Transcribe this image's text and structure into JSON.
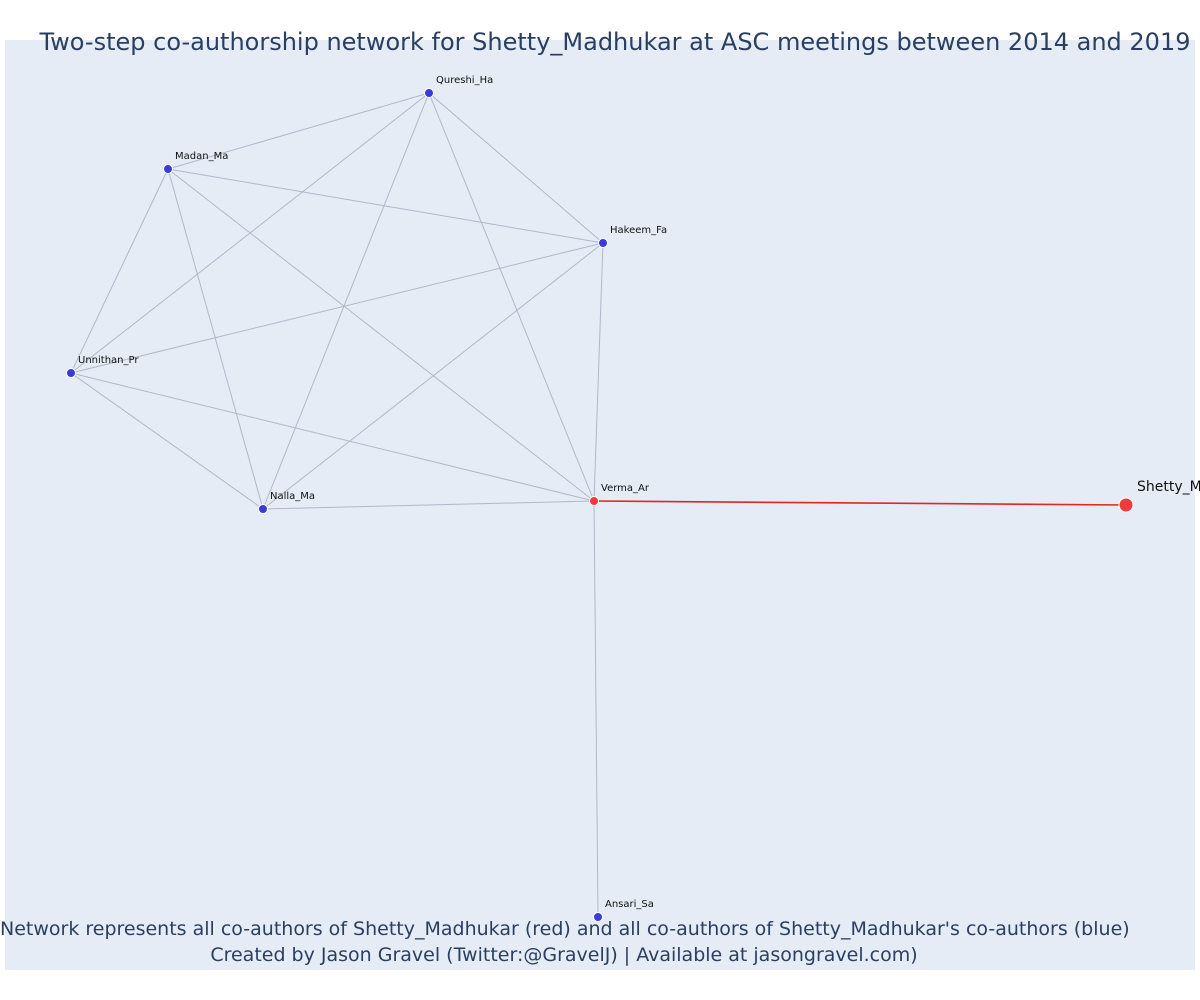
{
  "title": "Two-step co-authorship network for Shetty_Madhukar at ASC meetings between 2014 and 2019",
  "captions": [
    "Network represents all co-authors of Shetty_Madhukar (red) and all co-authors of Shetty_Madhukar's co-authors (blue)",
    "Created by Jason Gravel (Twitter:@GravelJ) | Available at jasongravel.com)"
  ],
  "colors": {
    "background": "#e5ecf6",
    "focal_node": "#ef3b3b",
    "coauthor_node": "#3b3bdc",
    "edge": "#b3b6c8",
    "focal_edge": "#e3261e",
    "text": "#2a3f5f"
  },
  "nodes": [
    {
      "id": "Qureshi_Ha",
      "label": "Qureshi_Ha",
      "group": "second_step"
    },
    {
      "id": "Madan_Ma",
      "label": "Madan_Ma",
      "group": "second_step"
    },
    {
      "id": "Hakeem_Fa",
      "label": "Hakeem_Fa",
      "group": "second_step"
    },
    {
      "id": "Unnithan_Pr",
      "label": "Unnithan_Pr",
      "group": "second_step"
    },
    {
      "id": "Nalla_Ma",
      "label": "Nalla_Ma",
      "group": "second_step"
    },
    {
      "id": "Verma_Ar",
      "label": "Verma_Ar",
      "group": "coauthor"
    },
    {
      "id": "Shetty_Madhukar",
      "label": "Shetty_M",
      "group": "focal"
    },
    {
      "id": "Ansari_Sa",
      "label": "Ansari_Sa",
      "group": "second_step"
    }
  ],
  "edges": [
    {
      "source": "Qureshi_Ha",
      "target": "Madan_Ma"
    },
    {
      "source": "Qureshi_Ha",
      "target": "Hakeem_Fa"
    },
    {
      "source": "Qureshi_Ha",
      "target": "Unnithan_Pr"
    },
    {
      "source": "Qureshi_Ha",
      "target": "Nalla_Ma"
    },
    {
      "source": "Qureshi_Ha",
      "target": "Verma_Ar"
    },
    {
      "source": "Madan_Ma",
      "target": "Hakeem_Fa"
    },
    {
      "source": "Madan_Ma",
      "target": "Unnithan_Pr"
    },
    {
      "source": "Madan_Ma",
      "target": "Nalla_Ma"
    },
    {
      "source": "Madan_Ma",
      "target": "Verma_Ar"
    },
    {
      "source": "Hakeem_Fa",
      "target": "Unnithan_Pr"
    },
    {
      "source": "Hakeem_Fa",
      "target": "Nalla_Ma"
    },
    {
      "source": "Hakeem_Fa",
      "target": "Verma_Ar"
    },
    {
      "source": "Unnithan_Pr",
      "target": "Nalla_Ma"
    },
    {
      "source": "Unnithan_Pr",
      "target": "Verma_Ar"
    },
    {
      "source": "Nalla_Ma",
      "target": "Verma_Ar"
    },
    {
      "source": "Verma_Ar",
      "target": "Ansari_Sa"
    },
    {
      "source": "Verma_Ar",
      "target": "Shetty_Madhukar"
    }
  ]
}
